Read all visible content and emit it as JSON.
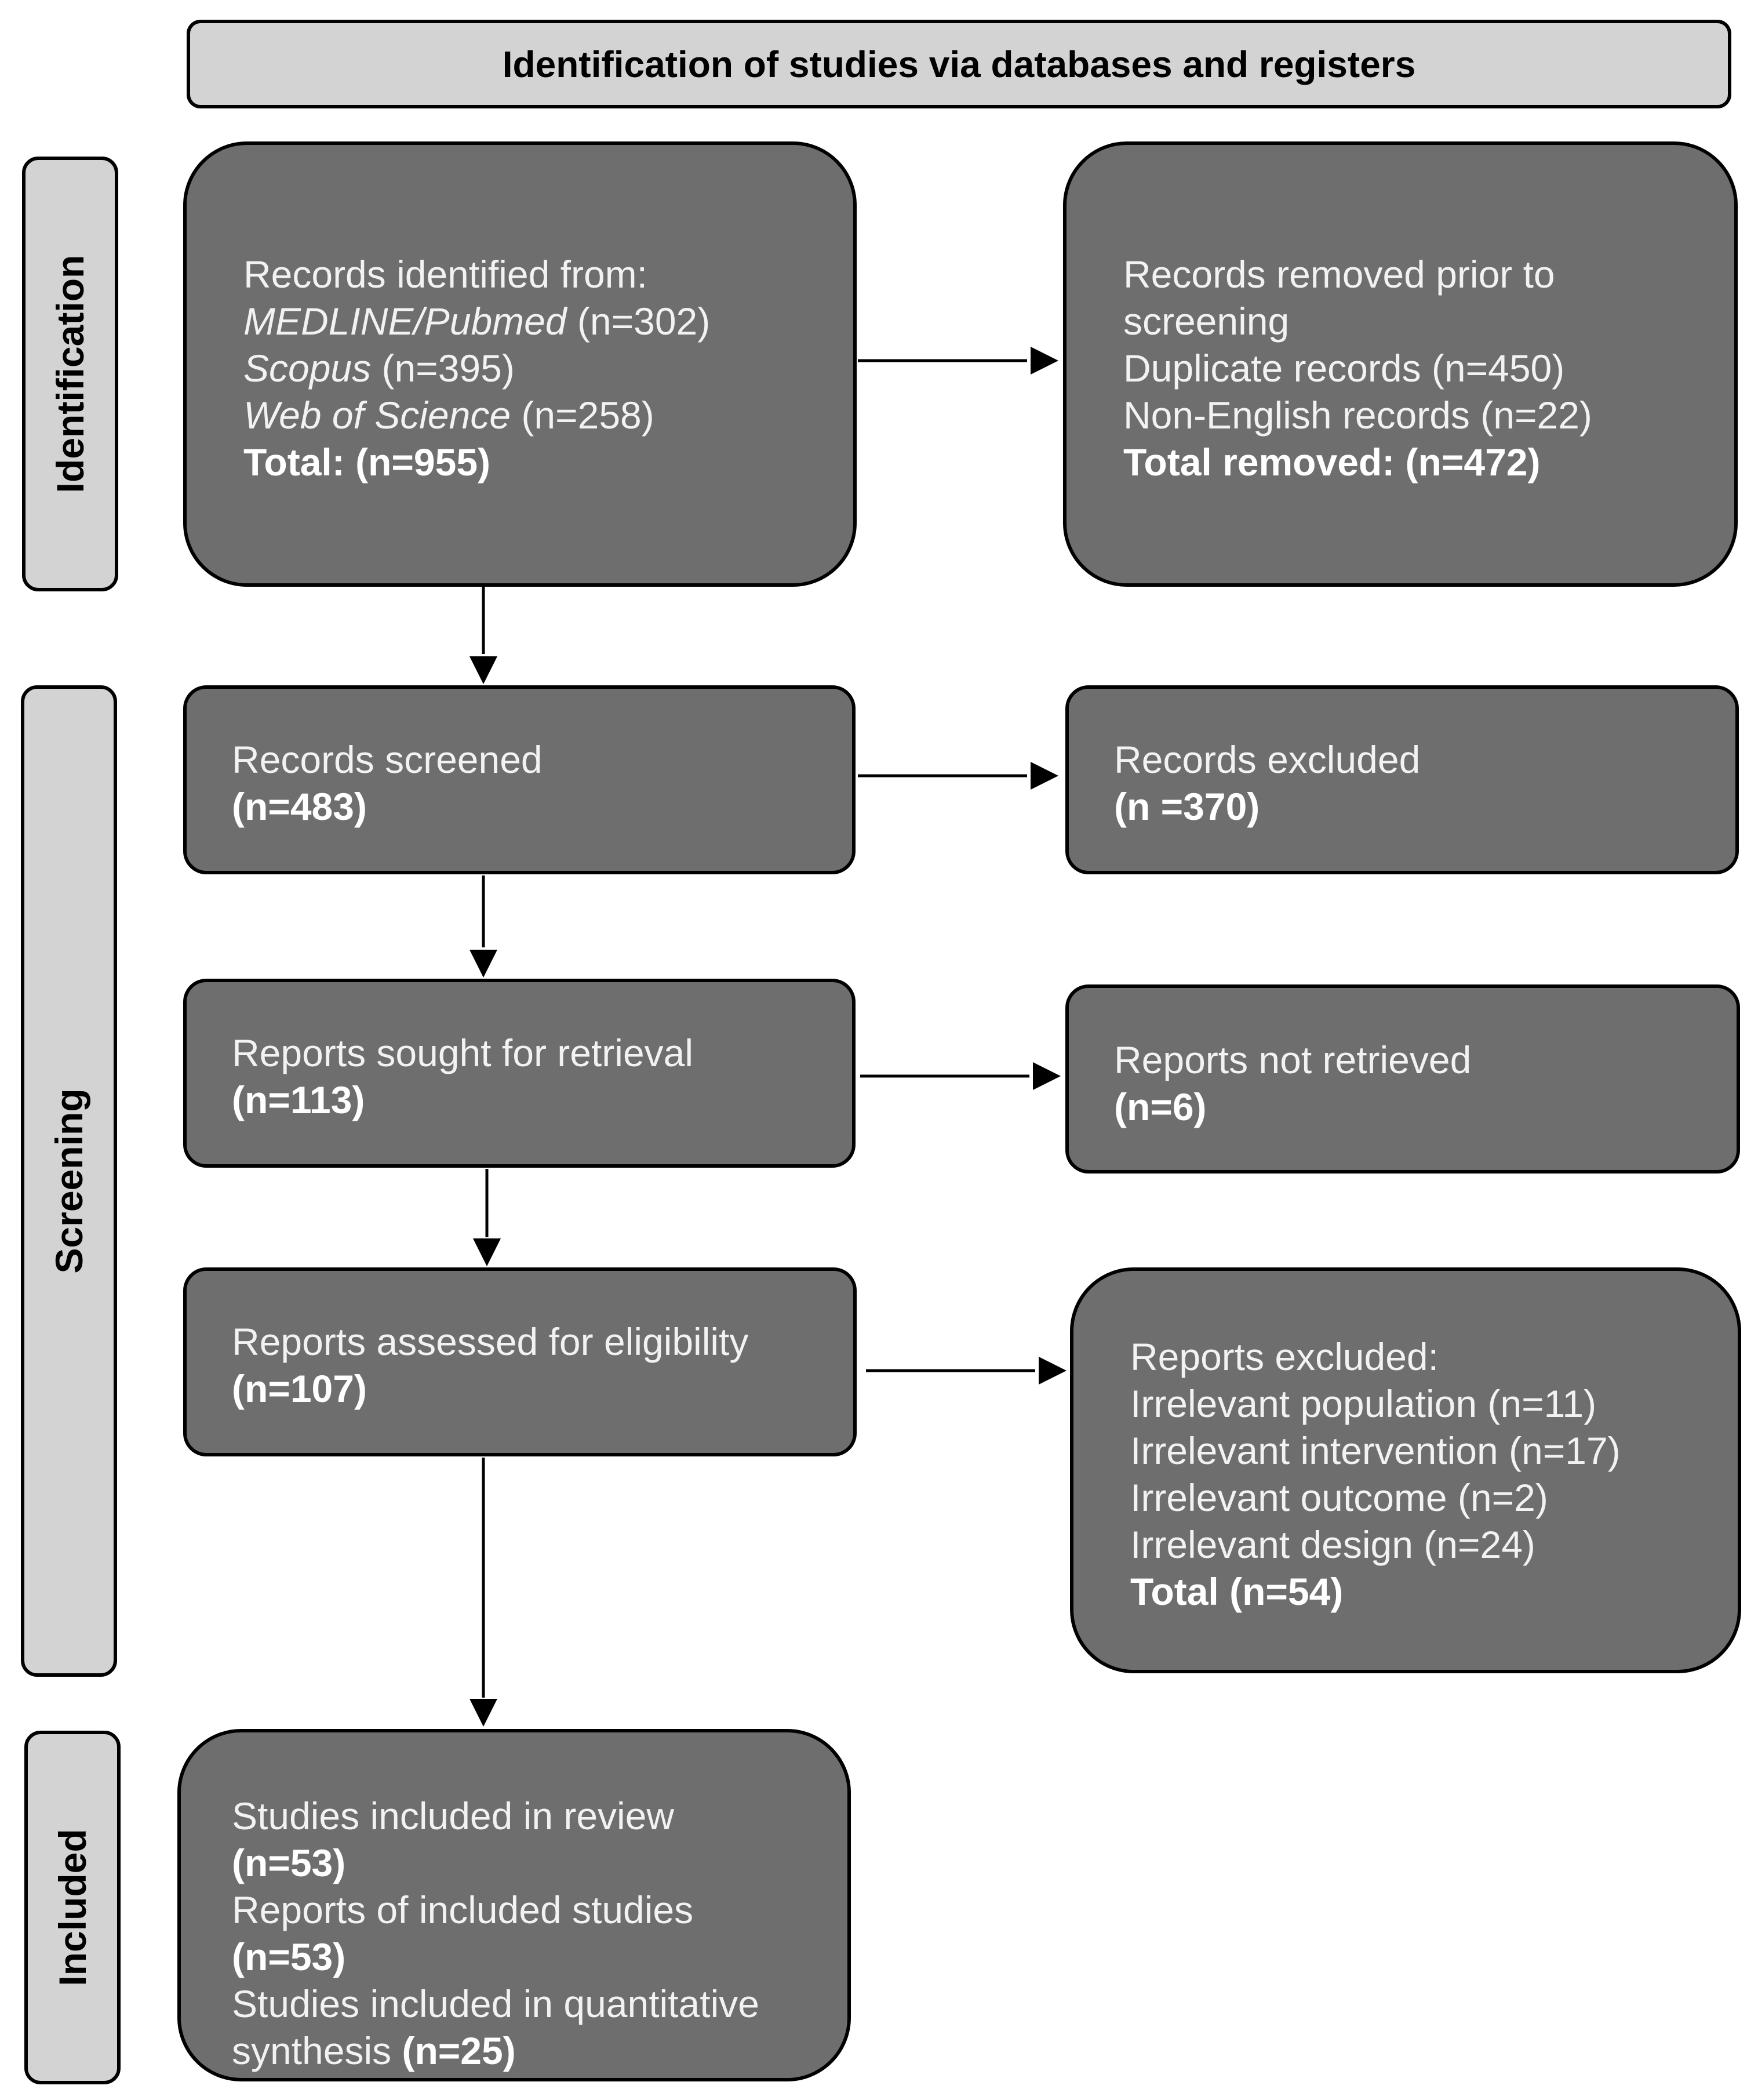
{
  "header": {
    "title": "Identification of studies via databases and registers"
  },
  "phases": {
    "identification": "Identification",
    "screening": "Screening",
    "included": "Included"
  },
  "identified": {
    "intro": "Records identified from:",
    "sources": [
      {
        "name": "MEDLINE/Pubmed",
        "count": "(n=302)"
      },
      {
        "name": "Scopus",
        "count": "(n=395)"
      },
      {
        "name": "Web of Science",
        "count": "(n=258)"
      }
    ],
    "total": "Total: (n=955)"
  },
  "removed": {
    "line1": "Records removed prior to",
    "line2": "screening",
    "duplicates": "Duplicate records (n=450)",
    "non_english": "Non-English records (n=22)",
    "total": "Total removed: (n=472)"
  },
  "screened": {
    "label": "Records screened",
    "count": "(n=483)"
  },
  "excluded_records": {
    "label": "Records excluded",
    "count": "(n =370)"
  },
  "sought": {
    "label": "Reports sought for retrieval",
    "count": "(n=113)"
  },
  "not_retrieved": {
    "label": "Reports not retrieved",
    "count": "(n=6)"
  },
  "assessed": {
    "label": "Reports assessed for eligibility",
    "count": "(n=107)"
  },
  "reports_excluded": {
    "intro": "Reports excluded:",
    "reasons": [
      "Irrelevant population (n=11)",
      "Irrelevant intervention (n=17)",
      "Irrelevant outcome (n=2)",
      "Irrelevant design (n=24)"
    ],
    "total": "Total (n=54)"
  },
  "included": {
    "studies_label": "Studies included in review",
    "studies_count": "(n=53)",
    "reports_label": "Reports of included studies",
    "reports_count": "(n=53)",
    "quant_label_1": "Studies included in quantitative",
    "quant_label_2": "synthesis",
    "quant_count": "(n=25)"
  }
}
